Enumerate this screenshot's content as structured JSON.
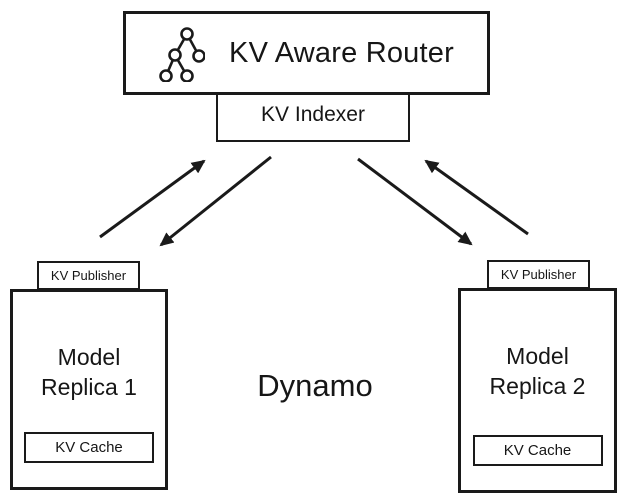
{
  "diagram": {
    "system_label": "Dynamo",
    "router": {
      "label": "KV Aware Router",
      "icon": "tree-graph-icon"
    },
    "indexer": {
      "label": "KV Indexer"
    },
    "replicas": [
      {
        "publisher_label": "KV Publisher",
        "label": "Model Replica 1",
        "cache_label": "KV Cache"
      },
      {
        "publisher_label": "KV Publisher",
        "label": "Model Replica 2",
        "cache_label": "KV Cache"
      }
    ],
    "connections": [
      "replica1-to-indexer",
      "indexer-to-replica1",
      "indexer-to-replica2",
      "replica2-to-indexer"
    ],
    "colors": {
      "stroke": "#1a1a1a",
      "background": "#ffffff"
    }
  }
}
